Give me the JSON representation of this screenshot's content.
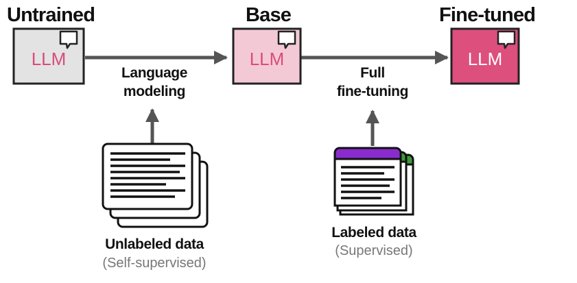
{
  "stages": [
    {
      "title": "Untrained",
      "model_label": "LLM",
      "box_color": "#e3e3e3",
      "label_color": "#d94c7c"
    },
    {
      "title": "Base",
      "model_label": "LLM",
      "box_color": "#f3c9d6",
      "label_color": "#d94c7c"
    },
    {
      "title": "Fine-tuned",
      "model_label": "LLM",
      "box_color": "#dd4f7d",
      "label_color": "#ffffff"
    }
  ],
  "processes": [
    {
      "line1": "Language",
      "line2": "modeling"
    },
    {
      "line1": "Full",
      "line2": "fine-tuning"
    }
  ],
  "datasets": [
    {
      "title": "Unlabeled data",
      "subtitle": "(Self-supervised)"
    },
    {
      "title": "Labeled data",
      "subtitle": "(Supervised)",
      "header_colors": [
        "#8a2ccd",
        "#3c9a3c"
      ]
    }
  ],
  "colors": {
    "arrow": "#555555",
    "outline": "#222222"
  },
  "icons": [
    "speech-bubble-icon",
    "document-stack-icon"
  ]
}
